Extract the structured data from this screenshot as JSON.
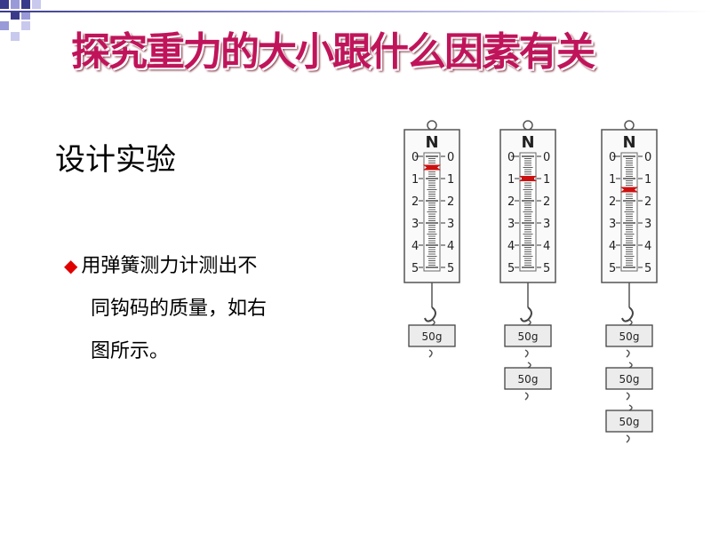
{
  "title": "探究重力的大小跟什么因素有关",
  "subtitle": "设计实验",
  "bullet": {
    "lines": [
      "用弹簧测力计测出不",
      "同钩码的质量，如右",
      "图所示。"
    ]
  },
  "scales": {
    "unit": "N",
    "ticks": [
      "0",
      "1",
      "2",
      "3",
      "4",
      "5"
    ],
    "weight_label": "50g",
    "readings_N": [
      0.5,
      1.0,
      1.5
    ],
    "weights_per_scale": [
      1,
      2,
      3
    ]
  },
  "colors": {
    "title": "#c0145a",
    "pointer": "#cc1111",
    "bullet_marker": "#e00000"
  }
}
